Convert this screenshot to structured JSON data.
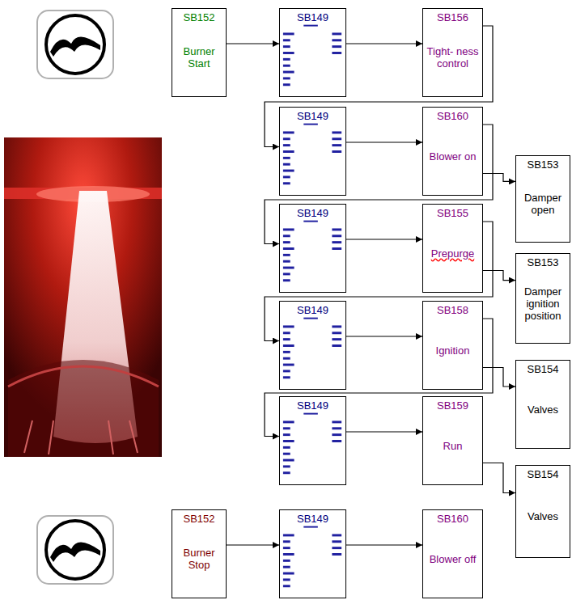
{
  "diagram": {
    "nodes": [
      {
        "text": [
          "SB152",
          "Burner Start"
        ]
      },
      {
        "text": [
          "SB149"
        ]
      },
      {
        "text": [
          "SB156",
          "Tight- ness control"
        ]
      },
      {
        "text": [
          "SB149"
        ]
      },
      {
        "text": [
          "SB160",
          "Blower on"
        ]
      },
      {
        "text": [
          "SB153",
          "Damper open"
        ]
      },
      {
        "text": [
          "SB149"
        ]
      },
      {
        "text": [
          "SB155",
          "Prepurge"
        ]
      },
      {
        "text": [
          "SB153",
          "Damper ignition position"
        ]
      },
      {
        "text": [
          "SB149"
        ]
      },
      {
        "text": [
          "SB158",
          "Ignition"
        ]
      },
      {
        "text": [
          "SB154",
          "Valves"
        ]
      },
      {
        "text": [
          "SB149"
        ]
      },
      {
        "text": [
          "SB159",
          "Run"
        ]
      },
      {
        "text": [
          "SB154",
          "Valves"
        ]
      },
      {
        "text": [
          "SB152",
          "Burner Stop"
        ]
      },
      {
        "text": [
          "SB149"
        ]
      },
      {
        "text": [
          "SB160",
          "Blower off"
        ]
      }
    ],
    "edges": [
      {
        "from": 0,
        "to": 1,
        "arrow": "to"
      },
      {
        "from": 1,
        "to": 2,
        "arrow": "to"
      },
      {
        "from": 2,
        "to": 3,
        "arrow": "to"
      },
      {
        "from": 3,
        "to": 4,
        "arrow": "to"
      },
      {
        "from": 4,
        "to": 5,
        "arrow": "to"
      },
      {
        "from": 4,
        "to": 6,
        "arrow": "to"
      },
      {
        "from": 6,
        "to": 7,
        "arrow": "to"
      },
      {
        "from": 7,
        "to": 8,
        "arrow": "to"
      },
      {
        "from": 7,
        "to": 9,
        "arrow": "to"
      },
      {
        "from": 9,
        "to": 10,
        "arrow": "to"
      },
      {
        "from": 10,
        "to": 11,
        "arrow": "to"
      },
      {
        "from": 10,
        "to": 12,
        "arrow": "to"
      },
      {
        "from": 12,
        "to": 13,
        "arrow": "to"
      },
      {
        "from": 13,
        "to": 14,
        "arrow": "to"
      },
      {
        "from": 15,
        "to": 16,
        "arrow": "to"
      },
      {
        "from": 16,
        "to": 17,
        "arrow": "to"
      }
    ]
  }
}
